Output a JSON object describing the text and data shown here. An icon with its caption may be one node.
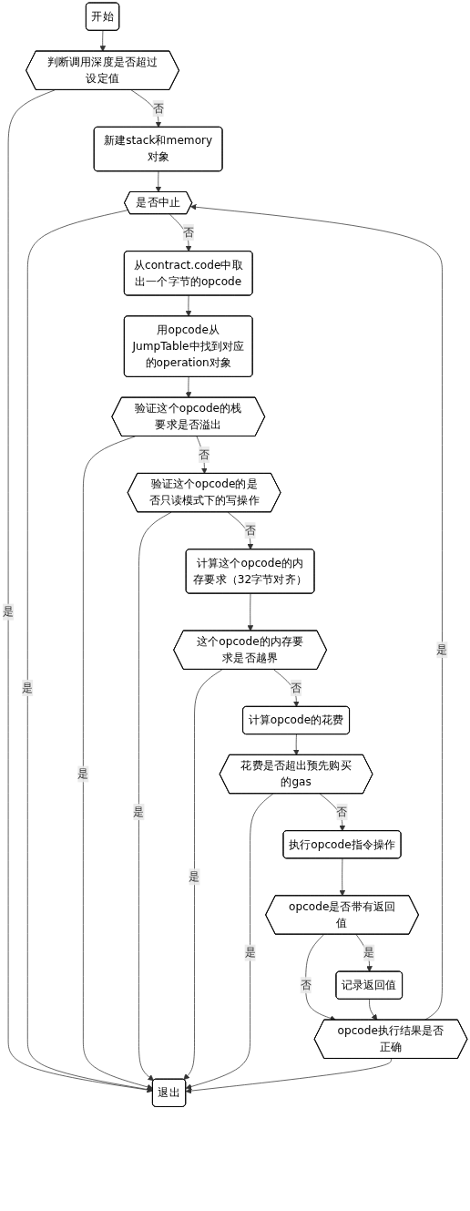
{
  "diagram": {
    "nodes": [
      {
        "text": [
          "开始"
        ]
      },
      {
        "text": [
          "判断调用深度是否超过设定值"
        ]
      },
      {
        "text": [
          "新建stack和memory对象"
        ]
      },
      {
        "text": [
          "是否中止"
        ]
      },
      {
        "text": [
          "从contract.code中取出一个字节的opcode"
        ]
      },
      {
        "text": [
          "用opcode从JumpTable中找到对应的operation对象"
        ]
      },
      {
        "text": [
          "验证这个opcode的栈要求是否溢出"
        ]
      },
      {
        "text": [
          "验证这个opcode的是否只读模式下的写操作"
        ]
      },
      {
        "text": [
          "计算这个opcode的内存要求（32字节对齐）"
        ]
      },
      {
        "text": [
          "这个opcode的内存要求是否越界"
        ]
      },
      {
        "text": [
          "计算opcode的花费"
        ]
      },
      {
        "text": [
          "花费是否超出预先购买的gas"
        ]
      },
      {
        "text": [
          "执行opcode指令操作"
        ]
      },
      {
        "text": [
          "opcode是否带有返回值"
        ]
      },
      {
        "text": [
          "记录返回值"
        ]
      },
      {
        "text": [
          "opcode执行结果是否正确"
        ]
      },
      {
        "text": [
          "退出"
        ]
      }
    ],
    "edges": [
      {
        "from": 0,
        "to": 1,
        "arrow": "to"
      },
      {
        "from": 1,
        "to": 2,
        "arrow": "to",
        "label": "否"
      },
      {
        "from": 1,
        "to": 16,
        "arrow": "to",
        "label": "是"
      },
      {
        "from": 2,
        "to": 3,
        "arrow": "to"
      },
      {
        "from": 3,
        "to": 4,
        "arrow": "to",
        "label": "否"
      },
      {
        "from": 3,
        "to": 16,
        "arrow": "to",
        "label": "是"
      },
      {
        "from": 4,
        "to": 5,
        "arrow": "to"
      },
      {
        "from": 5,
        "to": 6,
        "arrow": "to"
      },
      {
        "from": 6,
        "to": 7,
        "arrow": "to",
        "label": "否"
      },
      {
        "from": 6,
        "to": 16,
        "arrow": "to",
        "label": "是"
      },
      {
        "from": 7,
        "to": 8,
        "arrow": "to",
        "label": "否"
      },
      {
        "from": 7,
        "to": 16,
        "arrow": "to",
        "label": "是"
      },
      {
        "from": 8,
        "to": 9,
        "arrow": "to"
      },
      {
        "from": 9,
        "to": 10,
        "arrow": "to",
        "label": "否"
      },
      {
        "from": 9,
        "to": 16,
        "arrow": "to",
        "label": "是"
      },
      {
        "from": 10,
        "to": 11,
        "arrow": "to"
      },
      {
        "from": 11,
        "to": 12,
        "arrow": "to",
        "label": "否"
      },
      {
        "from": 11,
        "to": 16,
        "arrow": "to",
        "label": "是"
      },
      {
        "from": 12,
        "to": 13,
        "arrow": "to"
      },
      {
        "from": 13,
        "to": 14,
        "arrow": "to",
        "label": "是"
      },
      {
        "from": 13,
        "to": 15,
        "arrow": "to",
        "label": "否"
      },
      {
        "from": 14,
        "to": 15,
        "arrow": "to"
      },
      {
        "from": 15,
        "to": 3,
        "arrow": "to",
        "label": "是"
      },
      {
        "from": 15,
        "to": 16,
        "arrow": "to"
      }
    ]
  }
}
